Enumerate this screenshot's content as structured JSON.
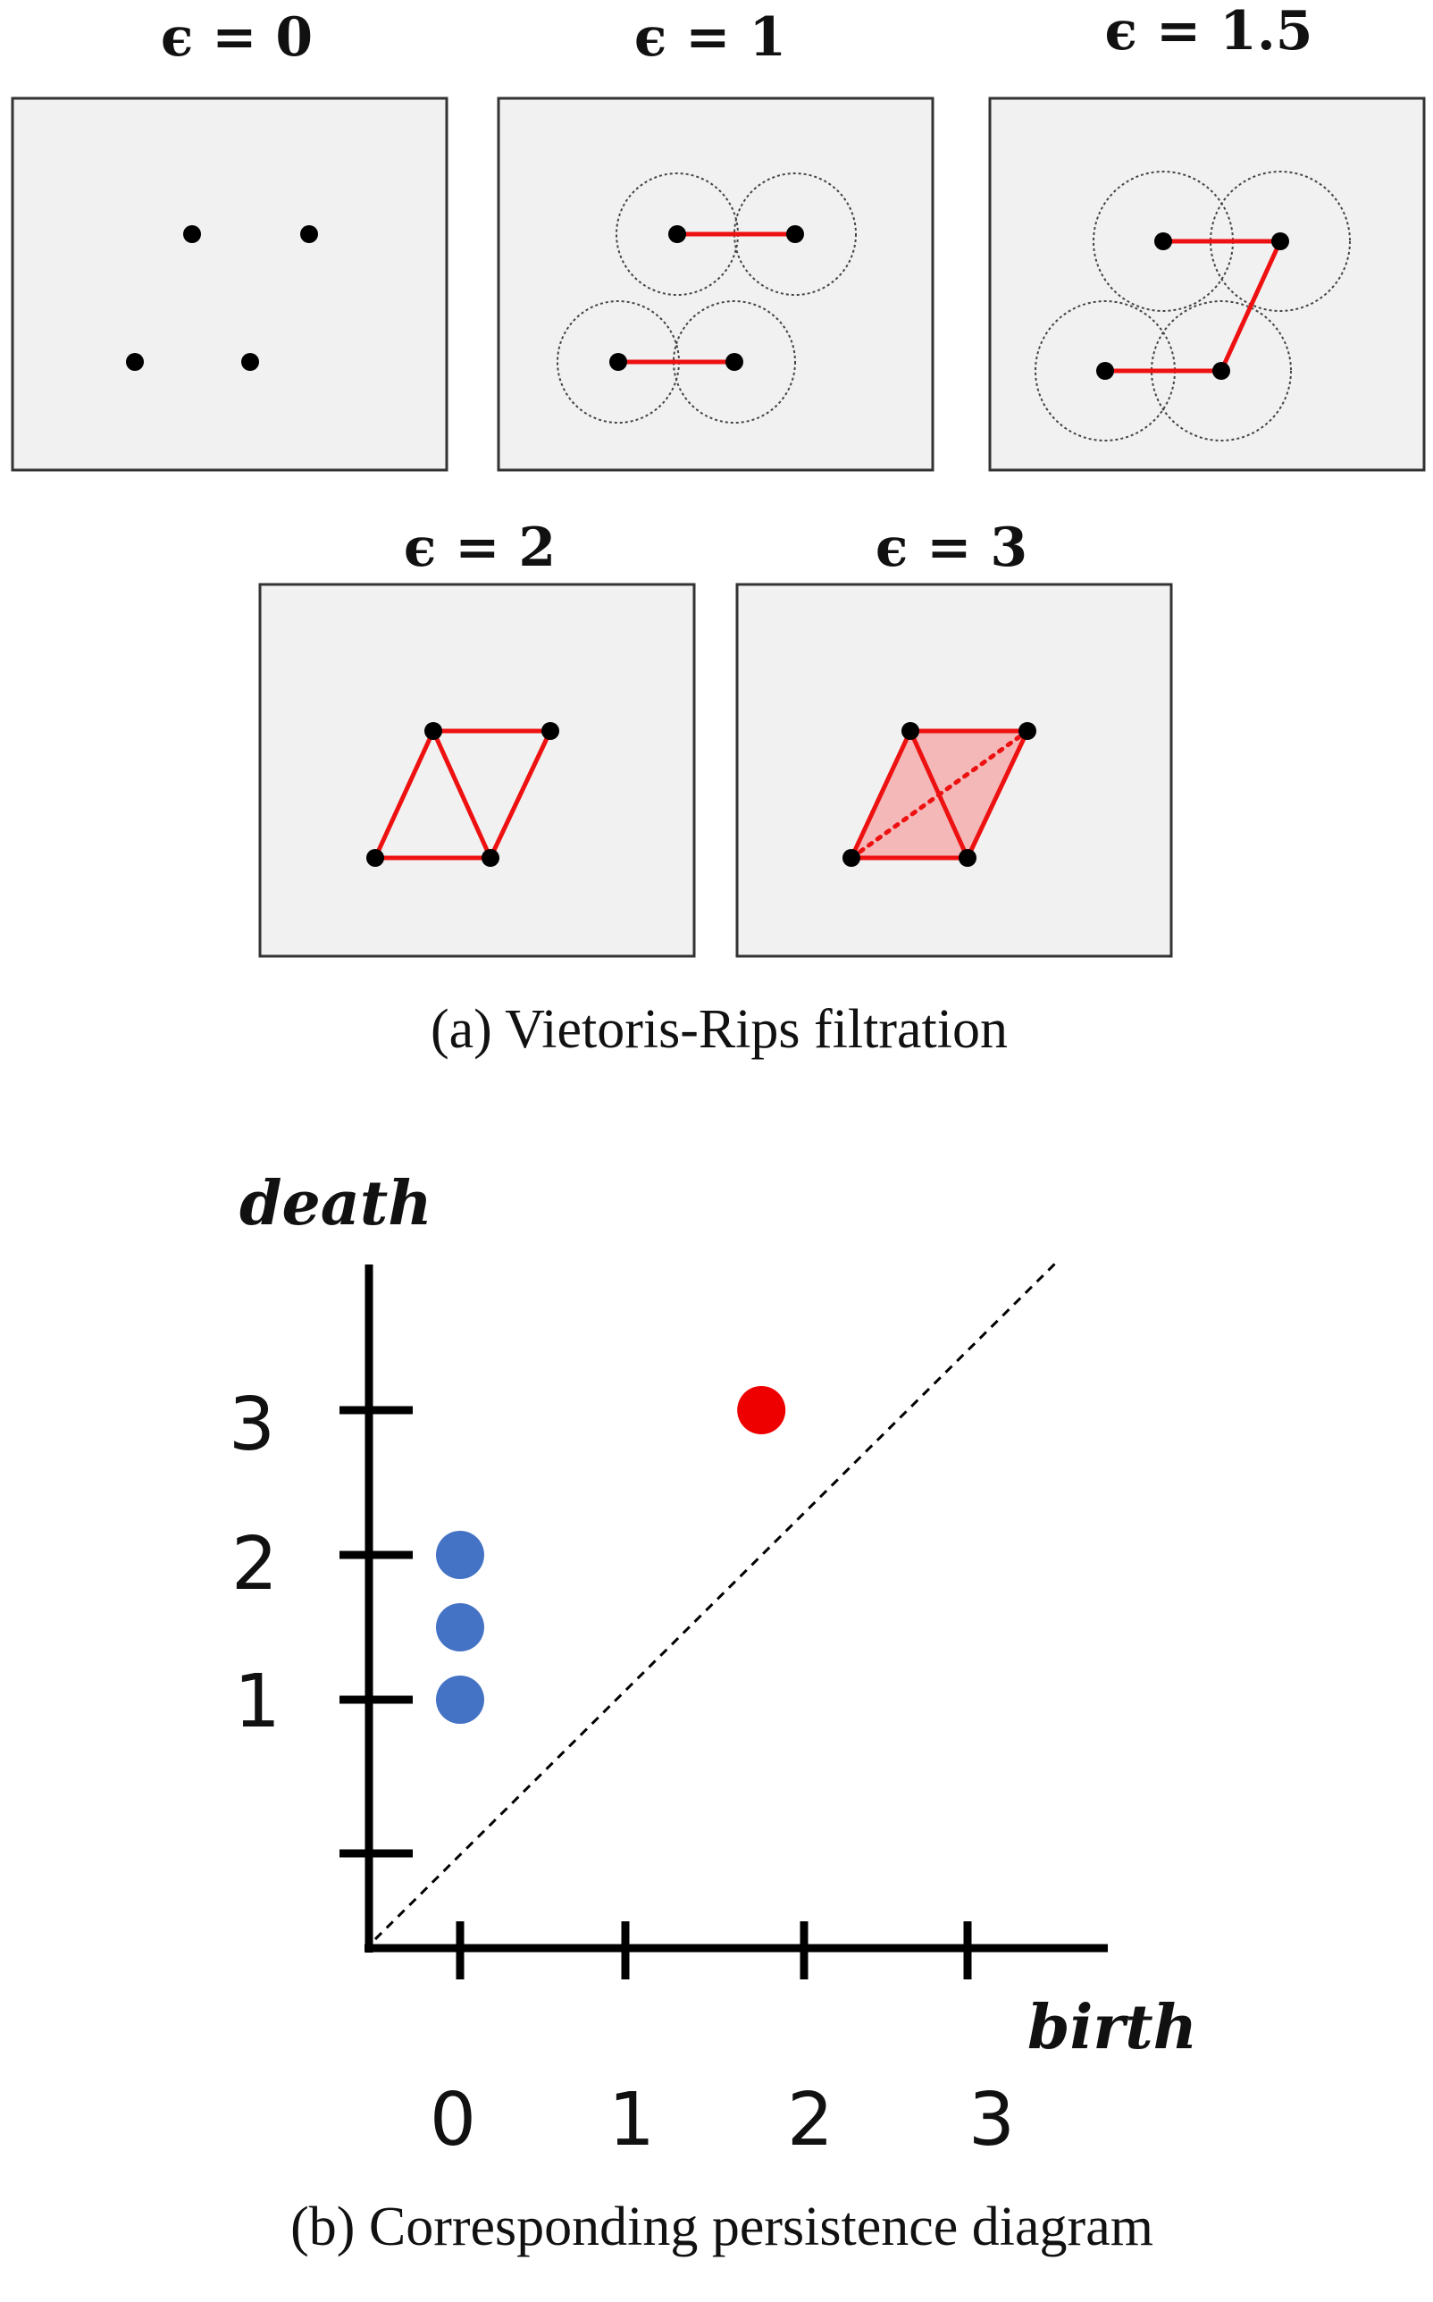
{
  "filtration": {
    "panels": [
      {
        "title": "ϵ = 0",
        "stage": 0
      },
      {
        "title": "ϵ = 1",
        "stage": 1
      },
      {
        "title": "ϵ = 1.5",
        "stage": 2
      },
      {
        "title": "ϵ = 2",
        "stage": 3
      },
      {
        "title": "ϵ = 3",
        "stage": 4
      }
    ],
    "caption": "(a) Vietoris-Rips filtration"
  },
  "persistence": {
    "ylabel": "death",
    "xlabel": "birth",
    "x_ticks": [
      "0",
      "1",
      "2",
      "3"
    ],
    "y_ticks": [
      "1",
      "2",
      "3"
    ],
    "caption": "(b) Corresponding persistence diagram"
  },
  "colors": {
    "edge": "#ee1111",
    "filled_simplex": "#f4b8b8",
    "h0_points": "#4472c4",
    "h1_points": "#ee0000",
    "panel_background": "#f1f1f1"
  },
  "chart_data": {
    "type": "scatter",
    "xlabel": "birth",
    "ylabel": "death",
    "xlim": [
      -0.5,
      3.8
    ],
    "ylim": [
      -0.6,
      3.9
    ],
    "x_ticks": [
      0,
      1,
      2,
      3
    ],
    "y_ticks": [
      1,
      2,
      3
    ],
    "diagonal": true,
    "series": [
      {
        "color": "#4472c4",
        "points": [
          [
            0,
            1
          ],
          [
            0,
            1.5
          ],
          [
            0,
            2
          ]
        ]
      },
      {
        "color": "#ee0000",
        "points": [
          [
            1.8,
            3
          ]
        ]
      }
    ]
  }
}
